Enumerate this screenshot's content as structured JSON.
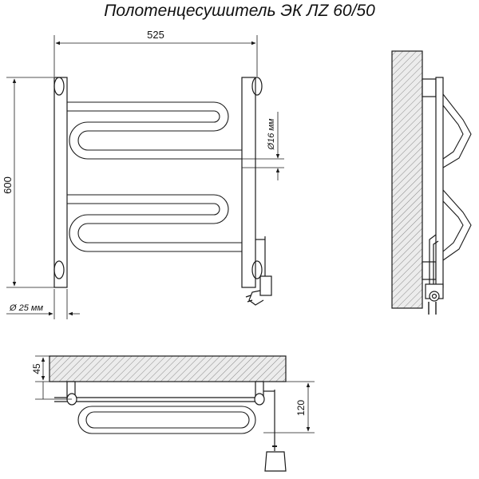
{
  "title": "Полотенцесушитель ЭК ЛZ 60/50",
  "dimensions": {
    "width": "525",
    "height": "600",
    "pipe_diameter": "Ø16 мм",
    "post_diameter": "Ø 25 мм",
    "wall_offset": "45",
    "depth": "120"
  },
  "colors": {
    "stroke": "#1a1a1a",
    "wall_hatch": "#8a8a8a",
    "wall_fill": "#ececec"
  }
}
